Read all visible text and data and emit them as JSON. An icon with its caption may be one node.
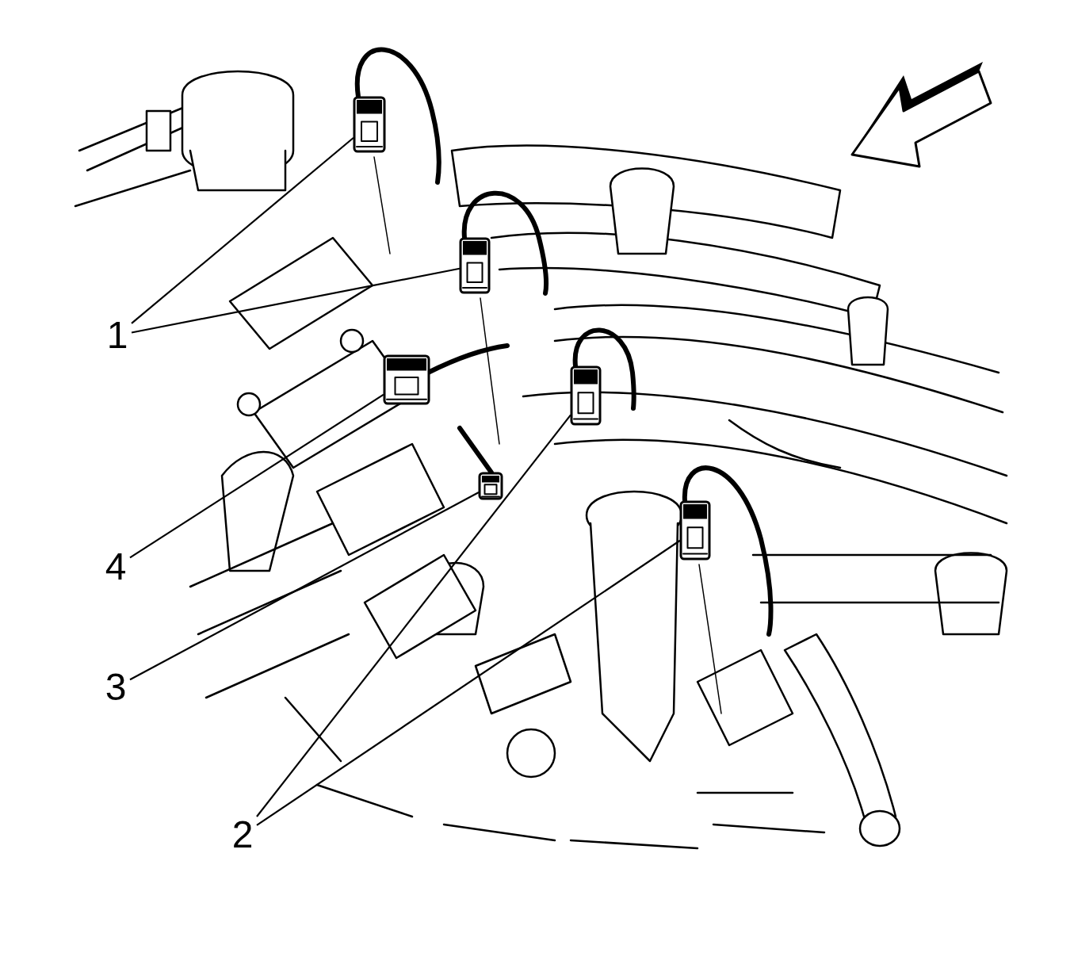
{
  "diagram": {
    "nodes": [
      {
        "text": [
          "1"
        ]
      },
      {
        "text": [
          "4"
        ]
      },
      {
        "text": [
          "3"
        ]
      },
      {
        "text": [
          "2"
        ]
      },
      {
        "text": [],
        "shape": "picture"
      },
      {
        "text": [],
        "shape": "picture"
      },
      {
        "text": [],
        "shape": "picture"
      },
      {
        "text": [],
        "shape": "picture"
      },
      {
        "text": [],
        "shape": "picture"
      },
      {
        "text": [],
        "shape": "picture"
      }
    ],
    "edges": [
      {
        "from": 0,
        "to": 4,
        "arrow": "none"
      },
      {
        "from": 0,
        "to": 5,
        "arrow": "none"
      },
      {
        "from": 1,
        "to": 6,
        "arrow": "none"
      },
      {
        "from": 2,
        "to": 7,
        "arrow": "none"
      },
      {
        "from": 3,
        "to": 8,
        "arrow": "none"
      },
      {
        "from": 3,
        "to": 9,
        "arrow": "none"
      }
    ]
  }
}
